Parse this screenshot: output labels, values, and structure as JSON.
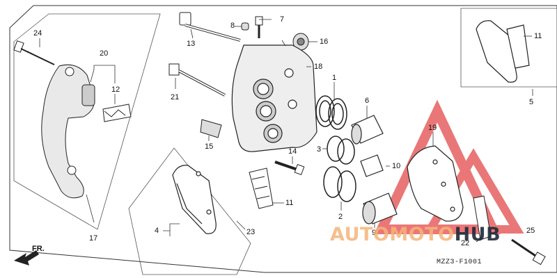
{
  "diagram_code": "MZZ3-F1001",
  "direction_label": "FR.",
  "watermark": {
    "part1": "AUTOMOTO",
    "part2": "HUB",
    "color_main": "#f5b57a",
    "color_sub": "#1f2a3a",
    "logo_color": "#e34a4a"
  },
  "callouts": [
    {
      "id": "c24",
      "text": "24"
    },
    {
      "id": "c20",
      "text": "20"
    },
    {
      "id": "c12",
      "text": "12"
    },
    {
      "id": "c17",
      "text": "17"
    },
    {
      "id": "c13",
      "text": "13"
    },
    {
      "id": "c8",
      "text": "8"
    },
    {
      "id": "c7",
      "text": "7"
    },
    {
      "id": "c16",
      "text": "16"
    },
    {
      "id": "c18",
      "text": "18"
    },
    {
      "id": "c21",
      "text": "21"
    },
    {
      "id": "c15",
      "text": "15"
    },
    {
      "id": "c1",
      "text": "1"
    },
    {
      "id": "c6",
      "text": "6"
    },
    {
      "id": "c3",
      "text": "3"
    },
    {
      "id": "c10",
      "text": "10"
    },
    {
      "id": "c14",
      "text": "14"
    },
    {
      "id": "c11a",
      "text": "11"
    },
    {
      "id": "c2",
      "text": "2"
    },
    {
      "id": "c9",
      "text": "9"
    },
    {
      "id": "c4",
      "text": "4"
    },
    {
      "id": "c23",
      "text": "23"
    },
    {
      "id": "c19",
      "text": "19"
    },
    {
      "id": "c22",
      "text": "22"
    },
    {
      "id": "c25",
      "text": "25"
    },
    {
      "id": "c11b",
      "text": "11"
    },
    {
      "id": "c5",
      "text": "5"
    }
  ]
}
